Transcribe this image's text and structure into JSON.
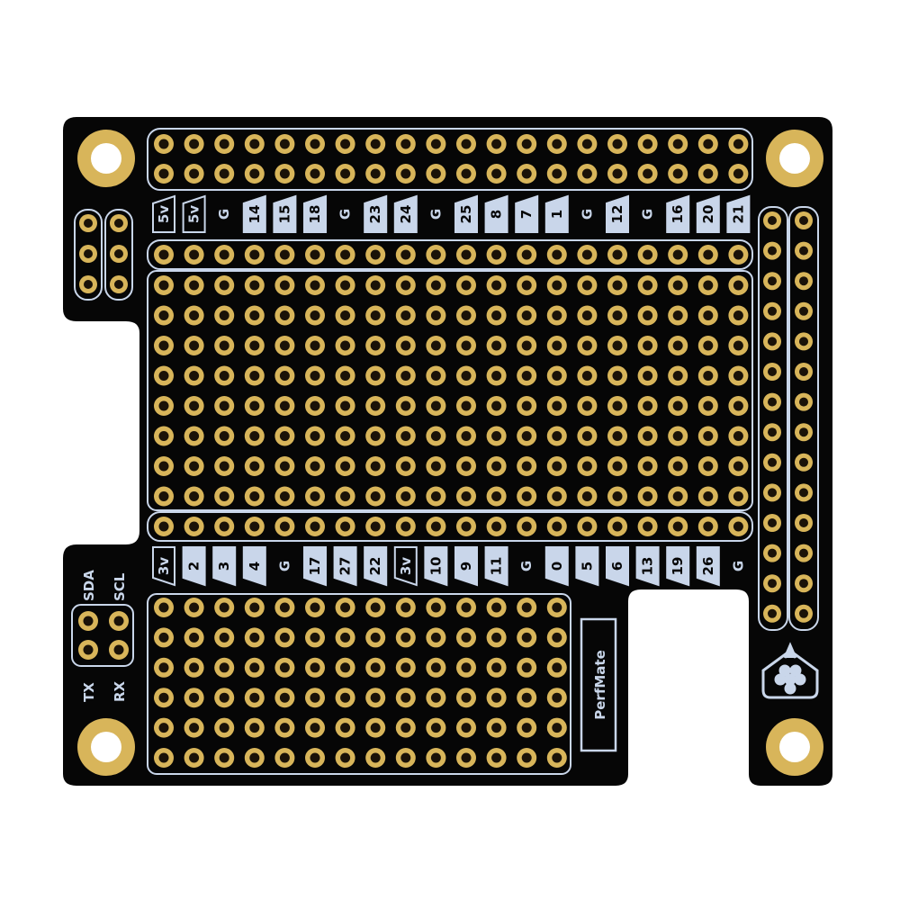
{
  "board": {
    "brand_label": "PerfMate",
    "colors": {
      "solder_mask": "#060606",
      "copper": "#d8b55a",
      "silkscreen": "#c9d6ea",
      "background": "#ffffff"
    },
    "top_pin_labels": [
      "5v",
      "5v",
      "G",
      "14",
      "15",
      "18",
      "G",
      "23",
      "24",
      "G",
      "25",
      "8",
      "7",
      "1",
      "G",
      "12",
      "G",
      "16",
      "20",
      "21"
    ],
    "bottom_pin_labels": [
      "3v",
      "2",
      "3",
      "4",
      "G",
      "17",
      "27",
      "22",
      "3v",
      "10",
      "9",
      "11",
      "G",
      "0",
      "5",
      "6",
      "13",
      "19",
      "26",
      "G"
    ],
    "i2c_labels": {
      "sda": "SDA",
      "scl": "SCL"
    },
    "uart_labels": {
      "tx": "TX",
      "rx": "RX"
    },
    "logo_icon": "raspberry-icon"
  }
}
